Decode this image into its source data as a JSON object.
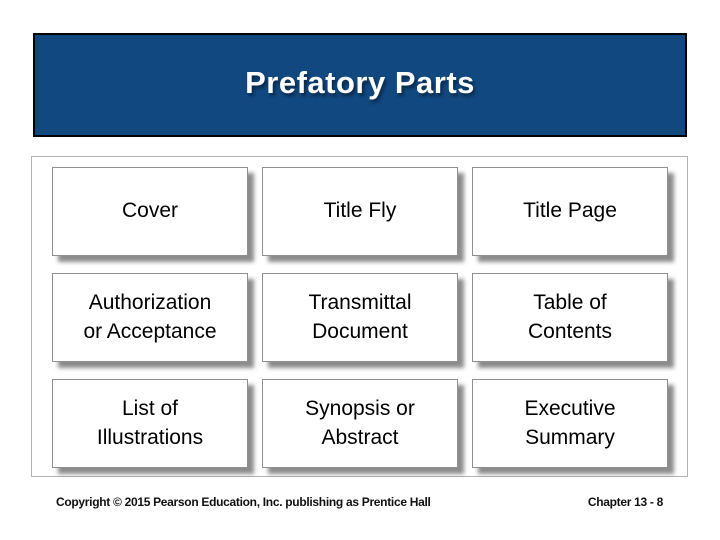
{
  "title": "Prefatory Parts",
  "grid": {
    "boxes": [
      {
        "id": "cover",
        "label": "Cover"
      },
      {
        "id": "title-fly",
        "label": "Title Fly"
      },
      {
        "id": "title-page",
        "label": "Title Page"
      },
      {
        "id": "authorization-or-acceptance",
        "label": "Authorization\nor Acceptance"
      },
      {
        "id": "transmittal-document",
        "label": "Transmittal\nDocument"
      },
      {
        "id": "table-of-contents",
        "label": "Table of\nContents"
      },
      {
        "id": "list-of-illustrations",
        "label": "List of\nIllustrations"
      },
      {
        "id": "synopsis-or-abstract",
        "label": "Synopsis or\nAbstract"
      },
      {
        "id": "executive-summary",
        "label": "Executive\nSummary"
      }
    ]
  },
  "footer": {
    "copyright": "Copyright © 2015 Pearson Education, Inc. publishing as Prentice Hall",
    "chapter": "Chapter 13 - 8"
  },
  "colors": {
    "title_bar_bg": "#114880",
    "title_bar_border": "#000000",
    "title_text": "#FFFFFF",
    "panel_border": "#B3B3B3",
    "box_border": "#8F8F8F",
    "box_text": "#000000",
    "footer_text": "#111111"
  }
}
